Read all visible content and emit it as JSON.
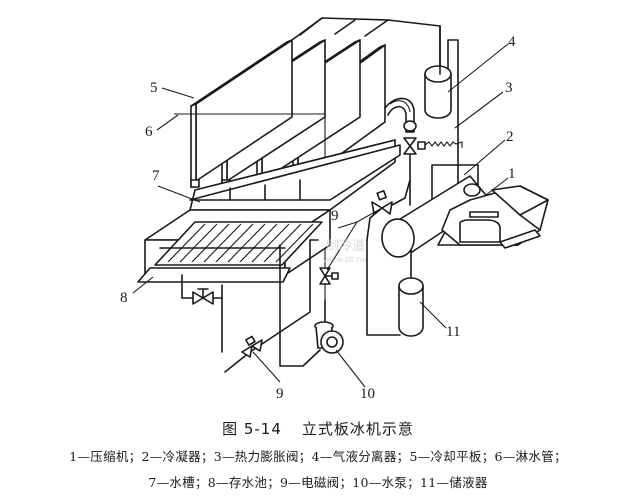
{
  "figure": {
    "number": "图 5-14",
    "title": "立式板冰机示意",
    "legend_line1": "1—压缩机；2—冷凝器；3—热力膨胀阀；4—气液分离器；5—冷却平板；6—淋水管；",
    "legend_line2": "7—水槽；8—存水池；9—电磁阀；10—水泵；11—储液器"
  },
  "components": [
    {
      "id": "1",
      "name": "压缩机"
    },
    {
      "id": "2",
      "name": "冷凝器"
    },
    {
      "id": "3",
      "name": "热力膨胀阀"
    },
    {
      "id": "4",
      "name": "气液分离器"
    },
    {
      "id": "5",
      "name": "冷却平板"
    },
    {
      "id": "6",
      "name": "淋水管"
    },
    {
      "id": "7",
      "name": "水槽"
    },
    {
      "id": "8",
      "name": "存水池"
    },
    {
      "id": "9",
      "name": "电磁阀"
    },
    {
      "id": "10",
      "name": "水泵"
    },
    {
      "id": "11",
      "name": "储液器"
    }
  ],
  "callouts": {
    "c1": "1",
    "c2": "2",
    "c3": "3",
    "c4": "4",
    "c5": "5",
    "c6": "6",
    "c7": "7",
    "c8": "8",
    "c9a": "9",
    "c9b": "9",
    "c10": "10",
    "c11": "11"
  },
  "watermark": {
    "text": "制冷道",
    "url": "www.zlt.ne"
  }
}
